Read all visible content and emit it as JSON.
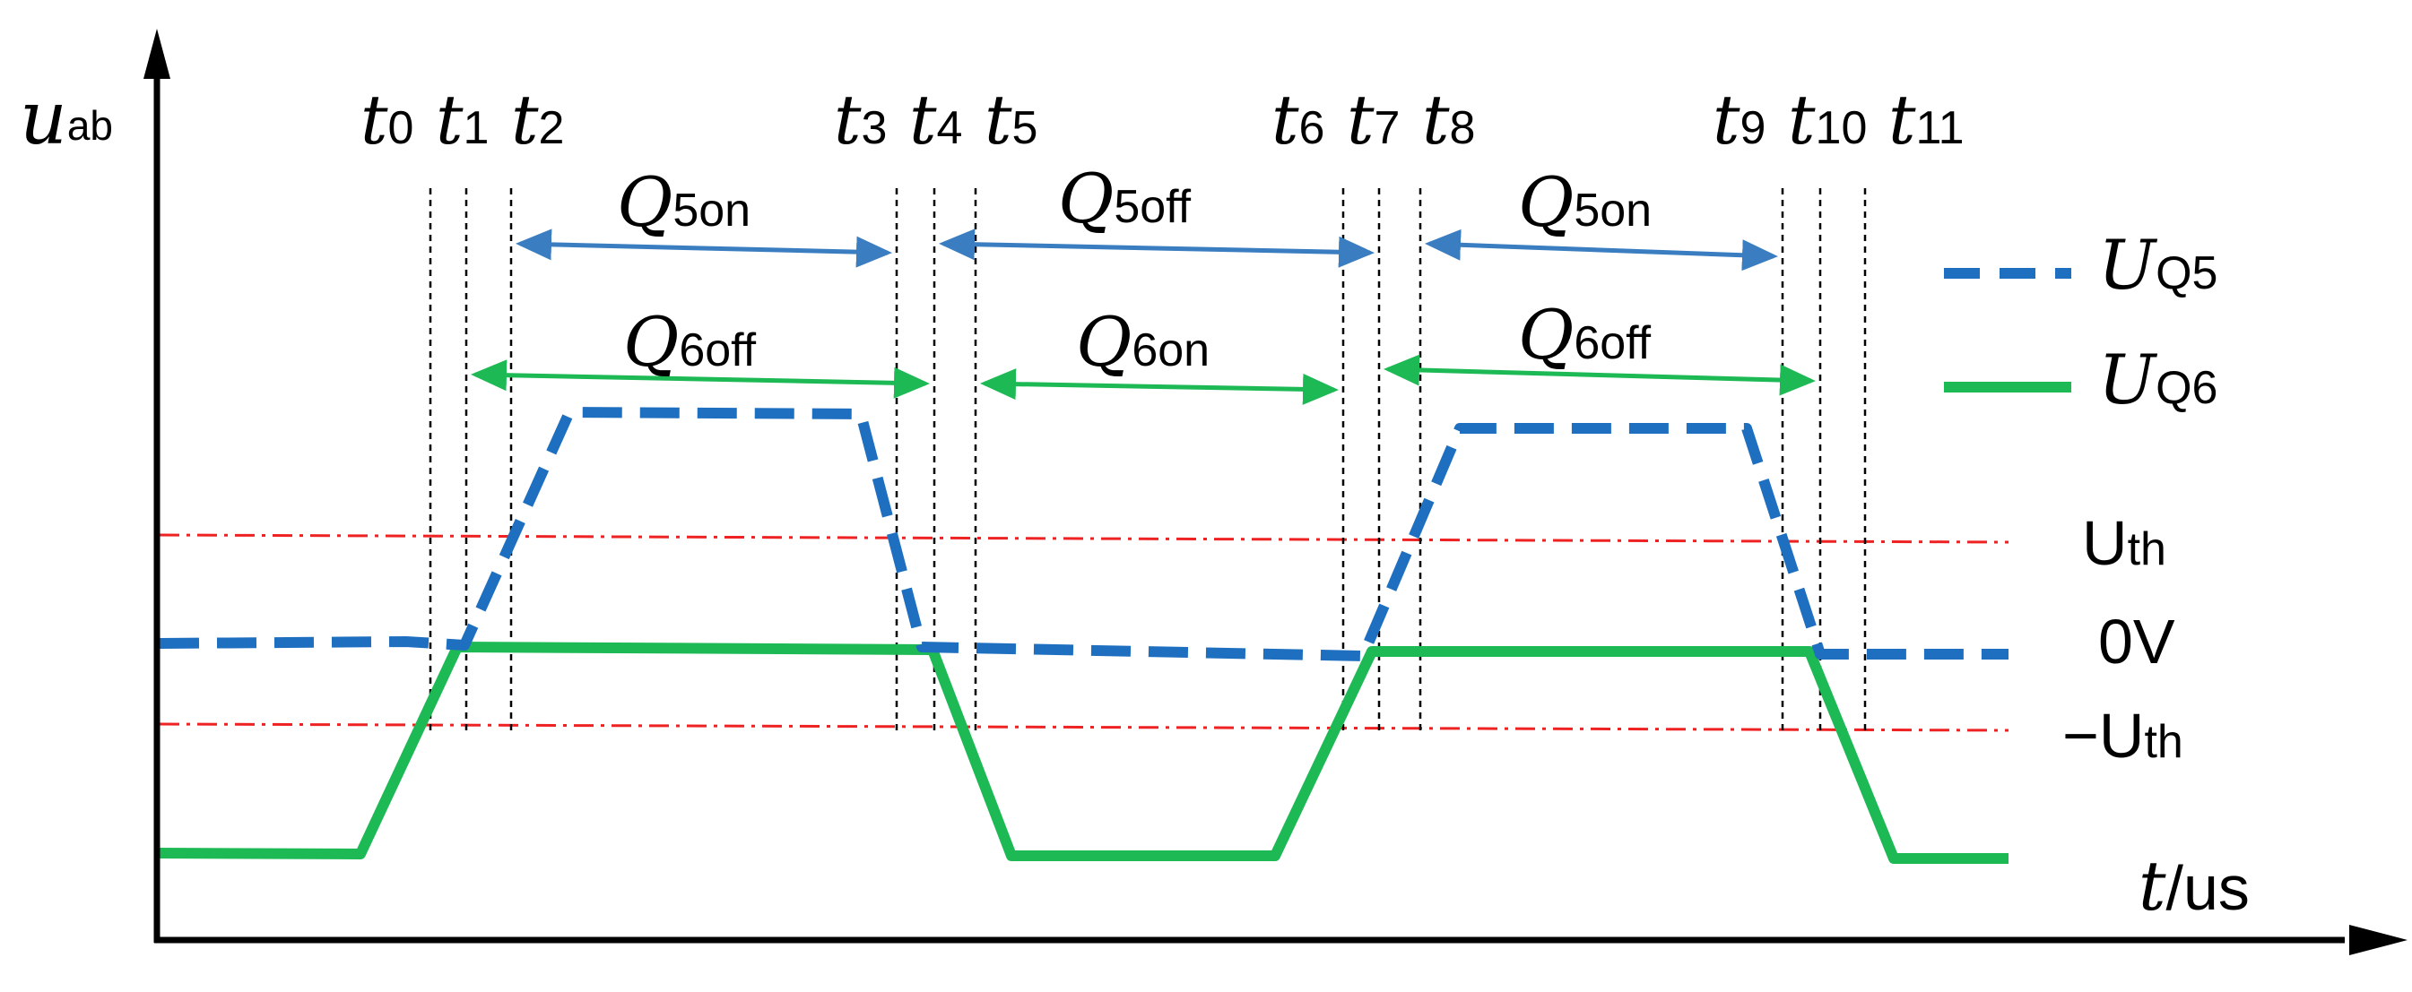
{
  "axes": {
    "y_label_main": "u",
    "y_label_sub": "ab",
    "x_label_main": "t",
    "x_label_rest": "/us"
  },
  "time_labels": [
    {
      "main": "t",
      "sub": "0"
    },
    {
      "main": "t",
      "sub": "1"
    },
    {
      "main": "t",
      "sub": "2"
    },
    {
      "main": "t",
      "sub": "3"
    },
    {
      "main": "t",
      "sub": "4"
    },
    {
      "main": "t",
      "sub": "5"
    },
    {
      "main": "t",
      "sub": "6"
    },
    {
      "main": "t",
      "sub": "7"
    },
    {
      "main": "t",
      "sub": "8"
    },
    {
      "main": "t",
      "sub": "9"
    },
    {
      "main": "t",
      "sub": "10"
    },
    {
      "main": "t",
      "sub": "11"
    }
  ],
  "interval_labels": [
    {
      "main": "Q",
      "sub": "5on"
    },
    {
      "main": "Q",
      "sub": "5off"
    },
    {
      "main": "Q",
      "sub": "5on"
    },
    {
      "main": "Q",
      "sub": "6off"
    },
    {
      "main": "Q",
      "sub": "6on"
    },
    {
      "main": "Q",
      "sub": "6off"
    }
  ],
  "level_labels": {
    "uth_main": "U",
    "uth_sub": "th",
    "zero": "0V",
    "neg_uth_main": "−U",
    "neg_uth_sub": "th"
  },
  "legend": [
    {
      "main": "U",
      "sub": "Q5",
      "style": "dashed",
      "color": "#1f6fc0"
    },
    {
      "main": "U",
      "sub": "Q6",
      "style": "solid",
      "color": "#1db954"
    }
  ],
  "colors": {
    "q5": "#1f6fc0",
    "q6": "#1db954",
    "arrow_blue": "#3a7dc0",
    "arrow_green": "#1db954",
    "threshold": "#ee2222",
    "axis": "#000000"
  }
}
